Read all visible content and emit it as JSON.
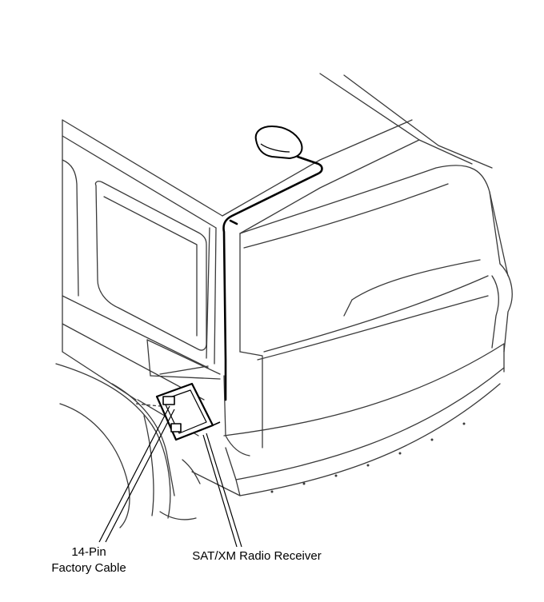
{
  "labels": {
    "cable_line1": "14-Pin",
    "cable_line2": "Factory Cable",
    "receiver": "SAT/XM Radio Receiver"
  },
  "colors": {
    "line": "#000000",
    "thin_line": "#3a3a3a",
    "background": "#ffffff",
    "antenna_fill": "#ffffff"
  },
  "icons": {
    "antenna": "shark-fin-antenna-icon",
    "receiver": "radio-receiver-box-icon"
  }
}
